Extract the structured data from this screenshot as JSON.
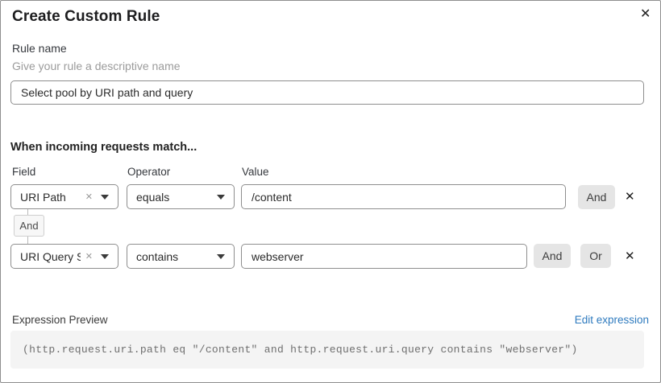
{
  "modal": {
    "title": "Create Custom Rule"
  },
  "icons": {
    "close": "✕",
    "clear": "✕",
    "delete": "✕"
  },
  "rule_name": {
    "label": "Rule name",
    "helper": "Give your rule a descriptive name",
    "value": "Select pool by URI path and query"
  },
  "matcher": {
    "heading": "When incoming requests match...",
    "columns": [
      "Field",
      "Operator",
      "Value"
    ],
    "connector_label": "And",
    "rows": [
      {
        "field": "URI Path",
        "operator": "equals",
        "value": "/content",
        "and_label": "And"
      },
      {
        "field": "URI Query St...",
        "operator": "contains",
        "value": "webserver",
        "and_label": "And",
        "or_label": "Or"
      }
    ]
  },
  "preview": {
    "label": "Expression Preview",
    "edit_link": "Edit expression",
    "expression": "(http.request.uri.path eq \"/content\" and http.request.uri.query contains \"webserver\")"
  },
  "colors": {
    "link_blue": "#2f7bbf",
    "button_gray": "#e5e5e5",
    "code_background": "#f4f4f4",
    "input_border": "#8e8e8e"
  }
}
